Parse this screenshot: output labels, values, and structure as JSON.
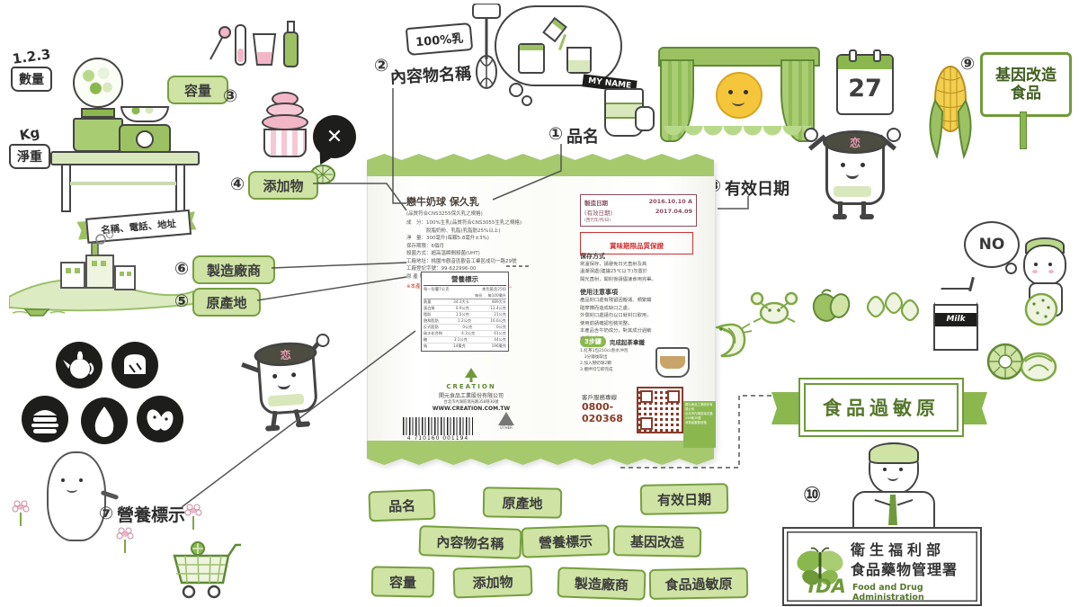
{
  "palette": {
    "green": "#8ab84e",
    "green_dark": "#5c8a2e",
    "green_light": "#cfe3a4",
    "ink": "#3a3a3a",
    "red": "#c0392b",
    "maroon": "#8a4a5e",
    "pink": "#e89bb4"
  },
  "callouts": {
    "n1": "①",
    "l1": "品名",
    "n2": "②",
    "l2": "內容物名稱",
    "n3": "③",
    "l3": "容量",
    "n4": "④",
    "l4": "添加物",
    "n5": "⑤",
    "l5": "原產地",
    "n6": "⑥",
    "l6": "製造廠商",
    "n7": "⑦",
    "l7": "營養標示",
    "n8": "⑧",
    "l8": "有效日期",
    "n9": "⑨",
    "l9a": "基因改造",
    "l9b": "食品",
    "n10": "⑩"
  },
  "signs": {
    "quantity_top": "1.2.3",
    "quantity": "數量",
    "weight_top": "Kg",
    "weight": "淨重",
    "milk100": "100%乳",
    "myname": "MY NAME",
    "no": "NO",
    "calendar_day": "27",
    "maker_ribbon": "名稱、電話、地址",
    "allergen_banner": "食品過敏原",
    "milk_carton": "Milk",
    "char": "恋"
  },
  "fda": {
    "org1": "衛生福利部",
    "org2": "食品藥物管理署",
    "abbr": "fDA",
    "en": "Food and Drug Administration"
  },
  "bottom_labels": [
    "品名",
    "原產地",
    "有效日期",
    "內容物名稱",
    "營養標示",
    "基因改造",
    "容量",
    "添加物",
    "製造廠商",
    "食品過敏原"
  ],
  "package": {
    "title": "戀牛奶球 保久乳",
    "subtitle": "(品質符合CNS3255保久乳之規格)",
    "ingredients": [
      "成　分：100%生乳(品質符合CNS3055生乳之規格)",
      "　　　　脫脂奶粉、乳脂(乳脂肪25%以上)",
      "淨　量：300毫升(每顆5.8毫升±3%)",
      "保存期限：6個月",
      "殺菌方式：超高溫瞬間殺菌(UHT)",
      "工廠地址：桃園市觀音區觀音工業區成功一路29號",
      "工廠登記字號：99-622996-00",
      "原 產 地：台灣"
    ],
    "warning": "※本產品如有包裝破損、不滿意者請洽客服專線。",
    "nutrition": {
      "title": "營養標示",
      "serving1": "每一份量7公克",
      "serving2": "本包裝含25份",
      "col1": "每份",
      "col2": "每100毫升",
      "rows": [
        [
          "熱量",
          "34.3大卡",
          "489大卡"
        ],
        [
          "蛋白質",
          "0.9公克",
          "12.4公克"
        ],
        [
          "脂肪",
          "1.5公克",
          "21公克"
        ],
        [
          "飽和脂肪",
          "1.2公克",
          "16.6公克"
        ],
        [
          "反式脂肪",
          "0公克",
          "0公克"
        ],
        [
          "碳水化合物",
          "4.3公克",
          "61公克"
        ],
        [
          "糖",
          "3.1公克",
          "44公克"
        ],
        [
          "鈉",
          "14毫克",
          "196毫克"
        ]
      ]
    },
    "company": {
      "logo": "CREATION",
      "name": "開元食品工業股份有限公司",
      "addr": "台北市內湖區瑞光路358巷30號",
      "web": "WWW.CREATION.COM.TW"
    },
    "barcode": "4 710160 001194",
    "recycle": "OTHER",
    "dates": {
      "made_label": "製造日期",
      "made": "2016.10.10 A",
      "exp_label": "(有效日期)",
      "exp": "2017.04.09",
      "note": "(西元年/月/日)",
      "quality": "賞味期限品質保證"
    },
    "storage_title": "保存方式",
    "storage_lines": [
      "常溫保存，請避免日光直射及高",
      "溫潮濕處(建議25℃以下)勿置於",
      "陽光直射，開封後請儘速食用完畢。"
    ],
    "usage_title": "使用注意事項",
    "usage_lines": [
      "產品封口處有殘留因搬運、頻繁觸",
      "碰摩擦而造成缺口之虞。",
      "外側封口處請勿以口就封口飲用，",
      "使用前請確認包裝完整。",
      "本產品含牛奶成分，對其成分過敏",
      "者請勿食用。"
    ],
    "steps_title": "3步驟",
    "steps_sub": "完成起茶拿鐵",
    "steps_lines": [
      "1.紅茶1包210cc熱水沖泡",
      "　3分鐘後取出",
      "2.加入戀奶球2顆",
      "3.攪拌均勻即完成"
    ],
    "service_label": "客戶服務專線",
    "phone": "0800-020368",
    "addr_lines": [
      "開元食品工業股份有限公司",
      "台北市內湖區瑞光路358巷30號",
      "消費者服務信箱"
    ]
  }
}
